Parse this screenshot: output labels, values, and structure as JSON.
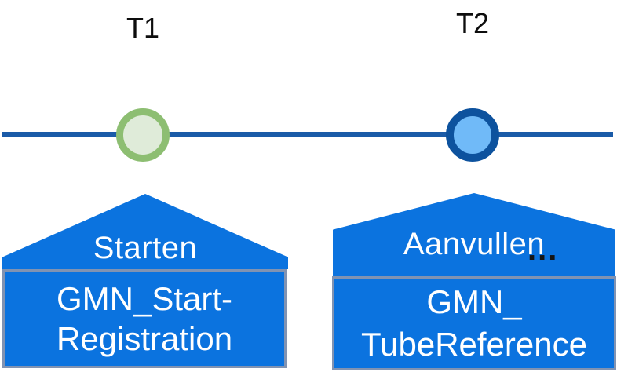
{
  "timeline": {
    "t1_label": "T1",
    "t2_label": "T2",
    "line_color": "#1a5ba8",
    "marker_t1": {
      "fill": "#dfebd9",
      "border": "#8dbe72"
    },
    "marker_t2": {
      "fill": "#70baf8",
      "border": "#0d529e"
    }
  },
  "callouts": [
    {
      "title": "Starten",
      "code_line1": "GMN_Start-",
      "code_line2": "Registration",
      "fill": "#0b73df",
      "box_border": "#8193b2"
    },
    {
      "title": "Aanvullen",
      "ellipsis": "...",
      "code_line1": "GMN_",
      "code_line2": "TubeReference",
      "fill": "#0b73df",
      "box_border": "#8193b2"
    }
  ]
}
